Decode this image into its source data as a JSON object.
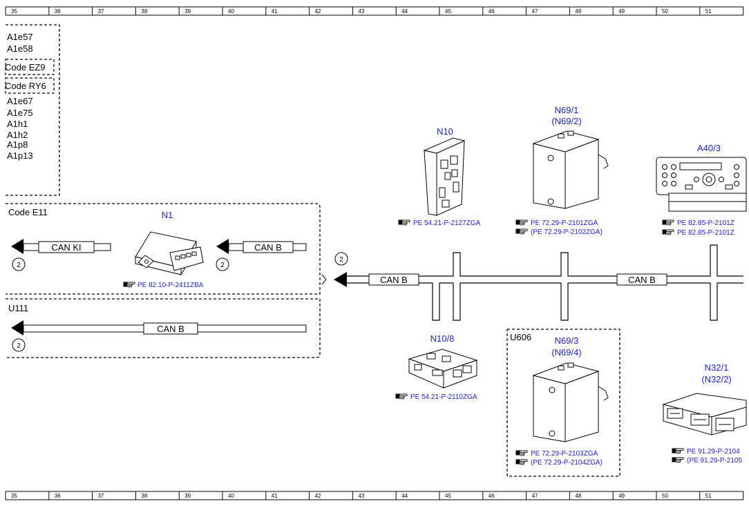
{
  "ruler": [
    "35",
    "36",
    "37",
    "38",
    "39",
    "40",
    "41",
    "42",
    "43",
    "44",
    "45",
    "46",
    "47",
    "48",
    "49",
    "50",
    "51"
  ],
  "legend": {
    "items_top": [
      "A1e57",
      "A1e58"
    ],
    "codes": [
      "Code EZ9",
      "Code RY6"
    ],
    "items_bottom": [
      "A1e67",
      "A1e75",
      "A1h1",
      "A1h2",
      "A1p8",
      "A1p13"
    ]
  },
  "group_e11": {
    "title": "Code E11",
    "module_label": "N1",
    "module_ref": "PE 82.10-P-2411ZBA",
    "bus_left": "CAN KI",
    "bus_right": "CAN B",
    "marker_left": "2",
    "marker_right": "2"
  },
  "group_u111": {
    "title": "U111",
    "bus": "CAN B",
    "marker": "2"
  },
  "main_bus": {
    "marker": "2",
    "label_left": "CAN B",
    "label_right": "CAN B"
  },
  "modules": {
    "n10": {
      "label": "N10",
      "ref": "PE 54.21-P-2127ZGA"
    },
    "n69_1": {
      "label": "N69/1",
      "label2": "(N69/2)",
      "ref": "PE 72.29-P-2101ZGA",
      "ref2": "(PE 72.29-P-2102ZGA)"
    },
    "a40_3": {
      "label": "A40/3",
      "ref": "PE 82.85-P-2101Z",
      "ref2": "PE 82.85-P-2101Z"
    },
    "n10_8": {
      "label": "N10/8",
      "ref": "PE 54.21-P-2110ZGA"
    },
    "n69_3": {
      "label": "N69/3",
      "label2": "(N69/4)",
      "ref": "PE 72.29-P-2103ZGA",
      "ref2": "(PE 72.29-P-2104ZGA)",
      "box_title": "U606"
    },
    "n32_1": {
      "label": "N32/1",
      "label2": "(N32/2)",
      "ref": "PE 91.29-P-2104",
      "ref2": "(PE 91.29-P-2105"
    }
  }
}
